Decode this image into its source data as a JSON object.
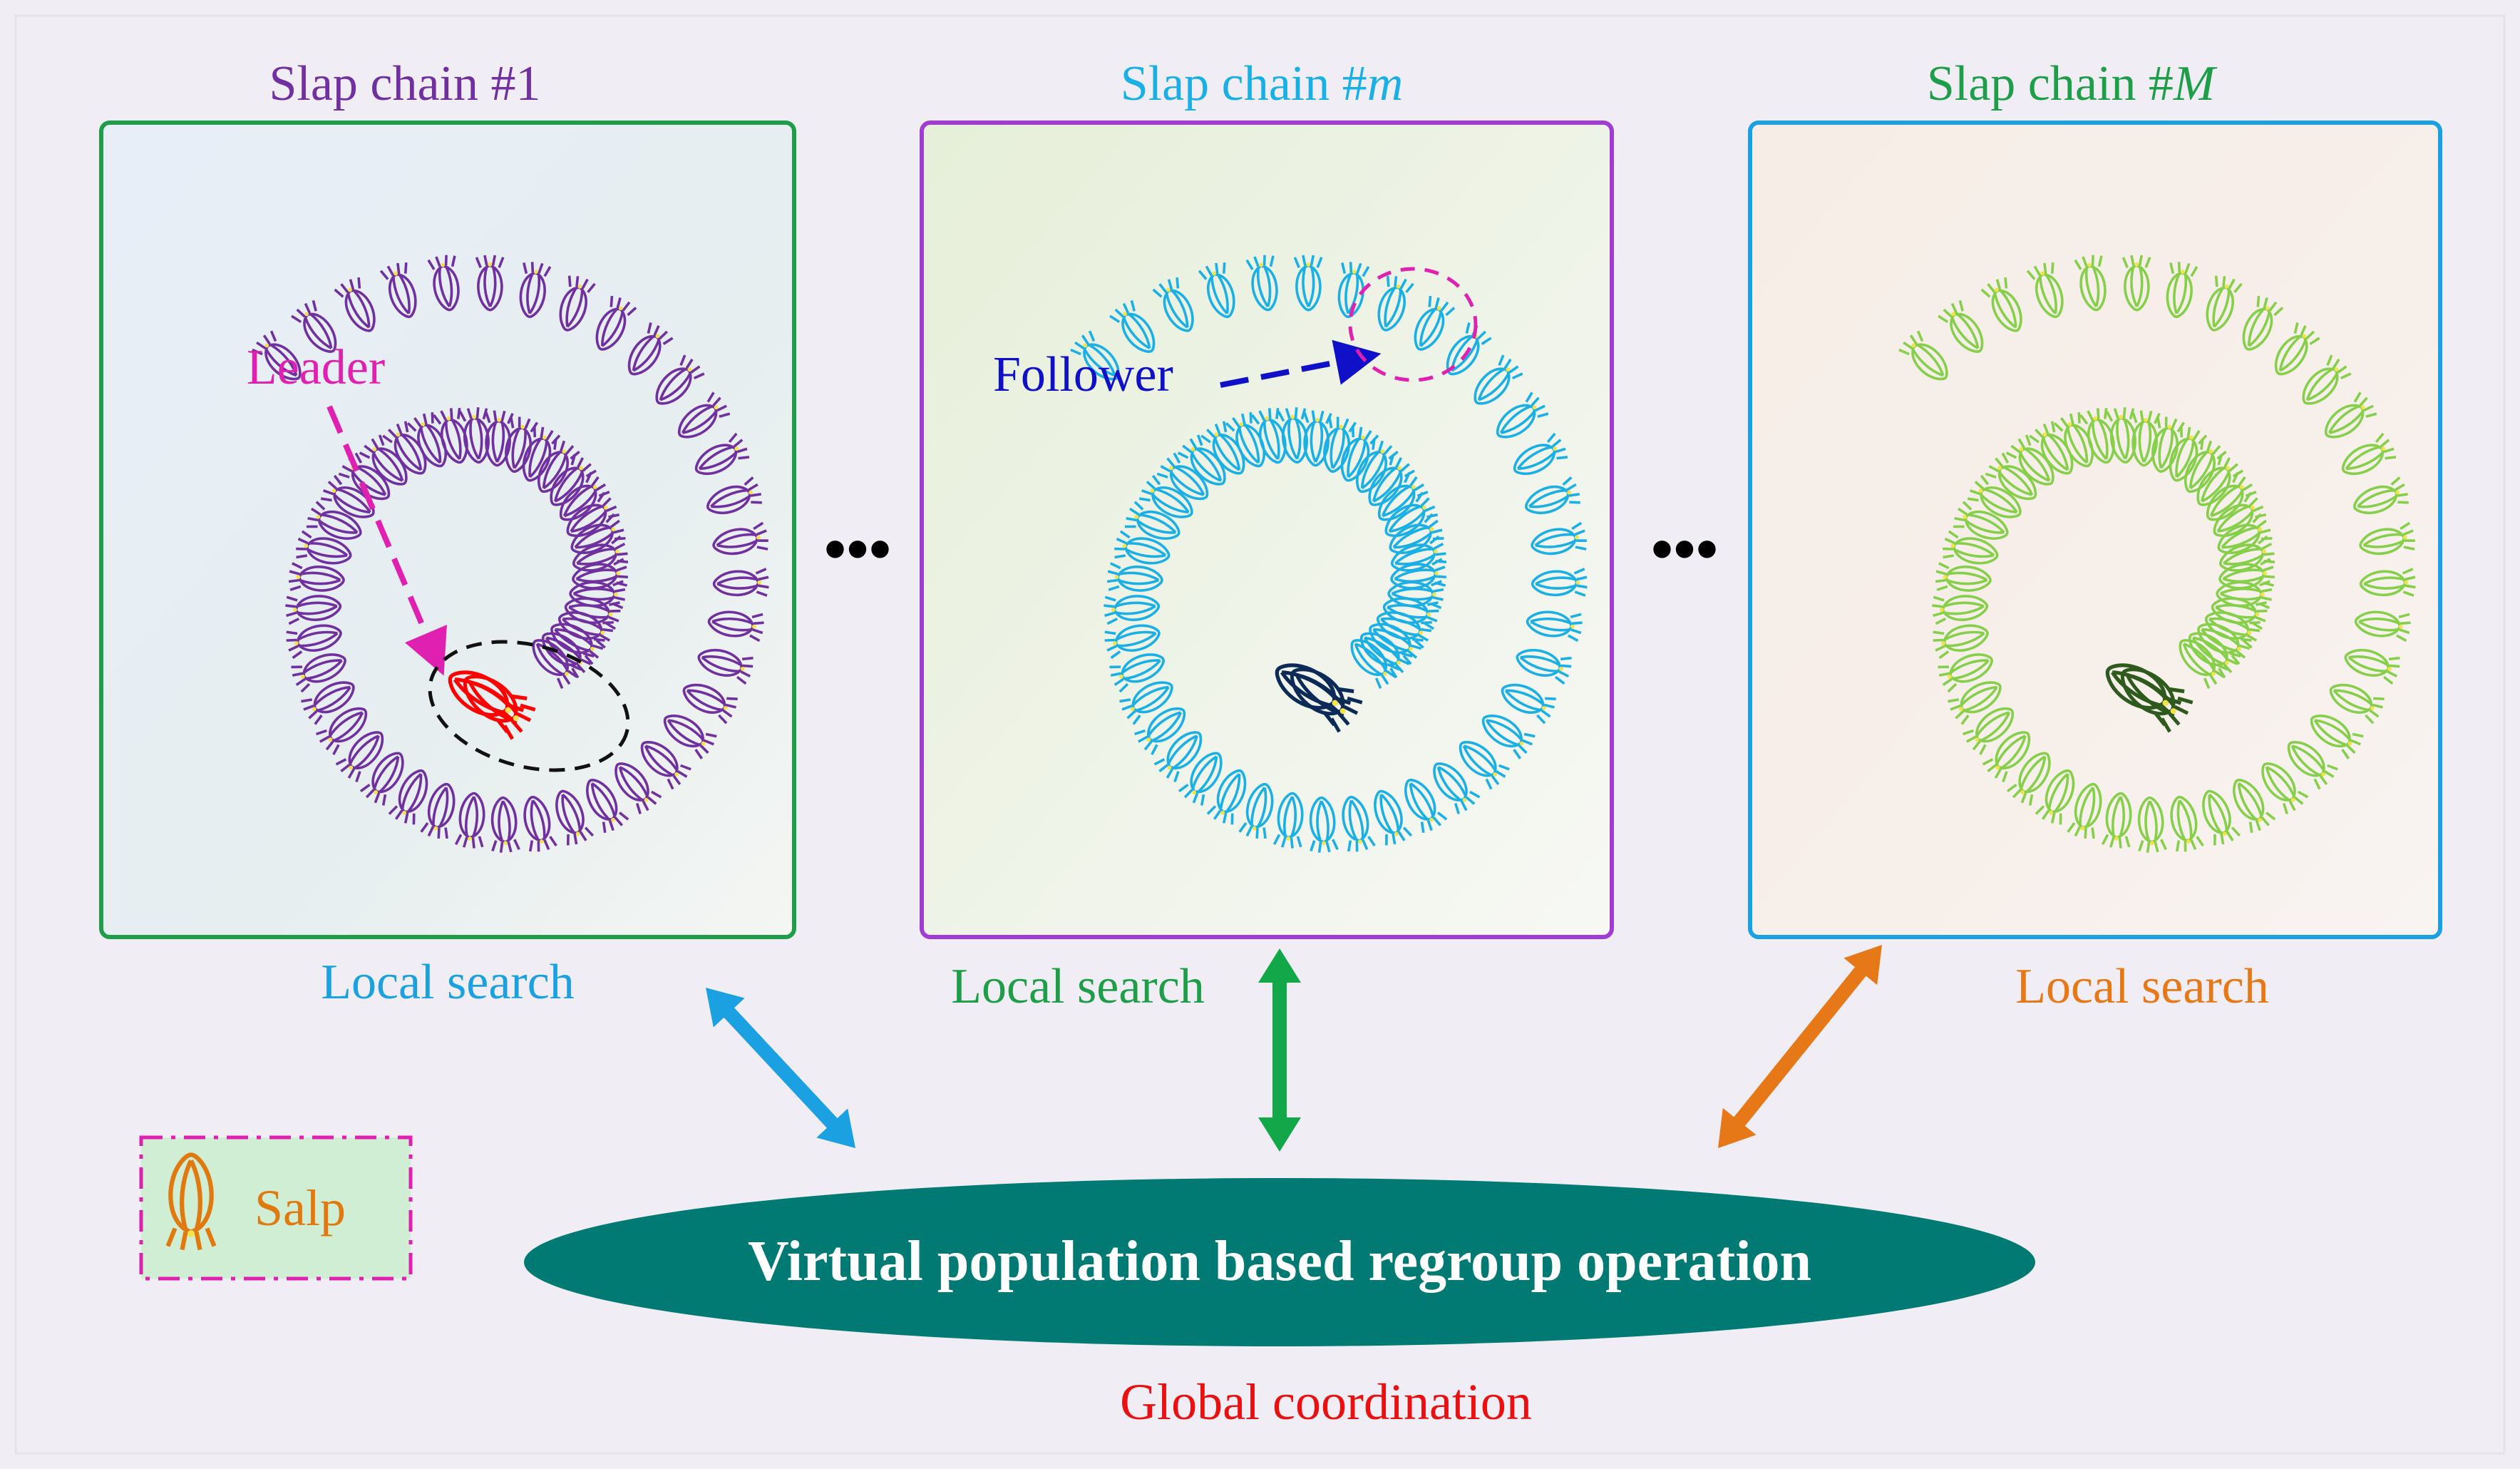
{
  "chains": [
    {
      "title_prefix": "Slap chain #",
      "title_symbol": "1",
      "color": "#7030a0",
      "border": "#1f9e4a",
      "leader_color": "#ff0000",
      "search_label": "Local search",
      "search_color": "#1ba1e2"
    },
    {
      "title_prefix": "Slap chain #",
      "title_symbol": "m",
      "color": "#1ab0e6",
      "border": "#a23ad6",
      "leader_color": "#0b2a57",
      "search_label": "Local search",
      "search_color": "#1f9e4a"
    },
    {
      "title_prefix": "Slap chain #",
      "title_symbol": "M",
      "color": "#86cf4a",
      "border": "#1ba1e2",
      "leader_color": "#2e5a1e",
      "search_label": "Local search",
      "search_color": "#e67817"
    }
  ],
  "annotations": {
    "leader": {
      "text": "Leader",
      "color": "#e020b0"
    },
    "follower": {
      "text": "Follower",
      "color": "#1010c8"
    },
    "ellipsis": "•••"
  },
  "legend": {
    "text": "Salp",
    "color": "#e07a10",
    "icon": "salp-icon"
  },
  "center": {
    "text": "Virtual population based regroup operation",
    "fill": "#007a73",
    "text_color": "#ffffff"
  },
  "global": {
    "text": "Global coordination",
    "color": "#e81010"
  },
  "arrows": [
    {
      "color": "#1ba1e2"
    },
    {
      "color": "#12a84a"
    },
    {
      "color": "#e67817"
    }
  ],
  "background": "#f0eef4"
}
